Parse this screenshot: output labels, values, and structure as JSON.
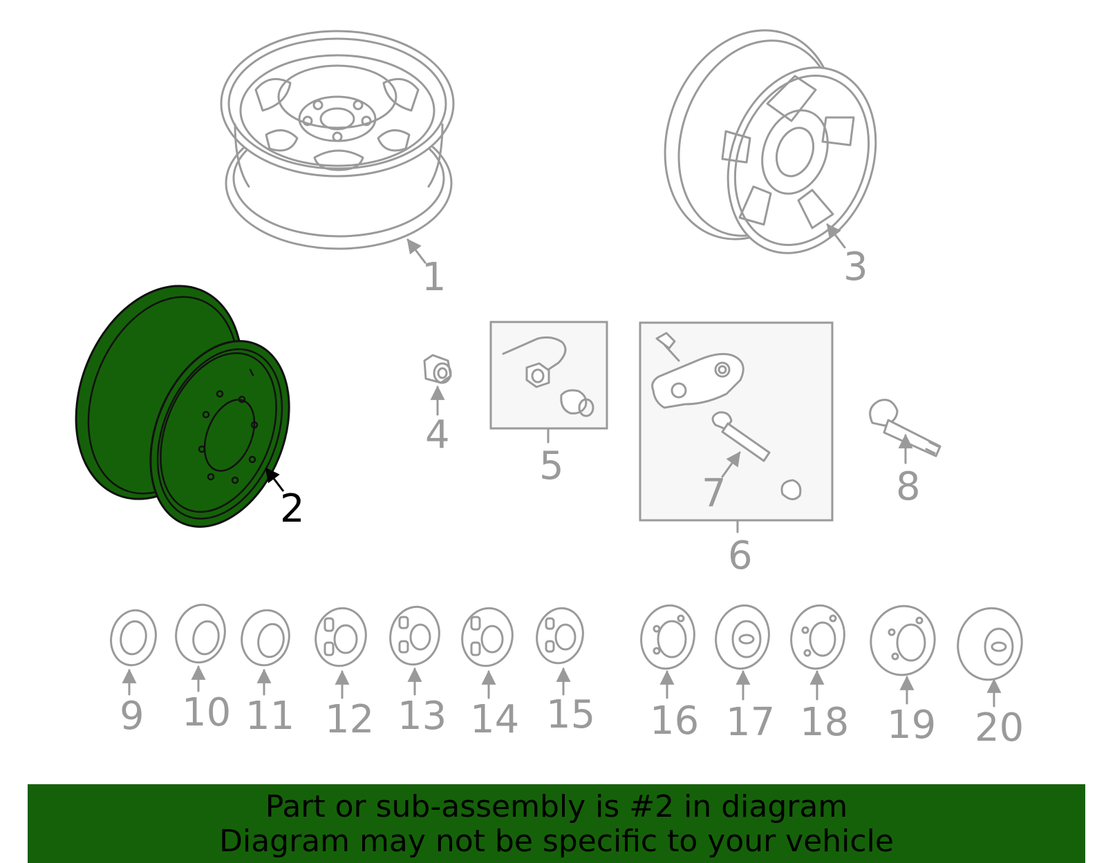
{
  "highlight_color": "#156109",
  "highlighted_part": "2",
  "labels": [
    "1",
    "2",
    "3",
    "4",
    "5",
    "6",
    "7",
    "8",
    "9",
    "10",
    "11",
    "12",
    "13",
    "14",
    "15",
    "16",
    "17",
    "18",
    "19",
    "20"
  ],
  "banner": {
    "line1": "Part or sub-assembly is #2 in diagram",
    "line2": "Diagram may not be specific to your vehicle"
  }
}
